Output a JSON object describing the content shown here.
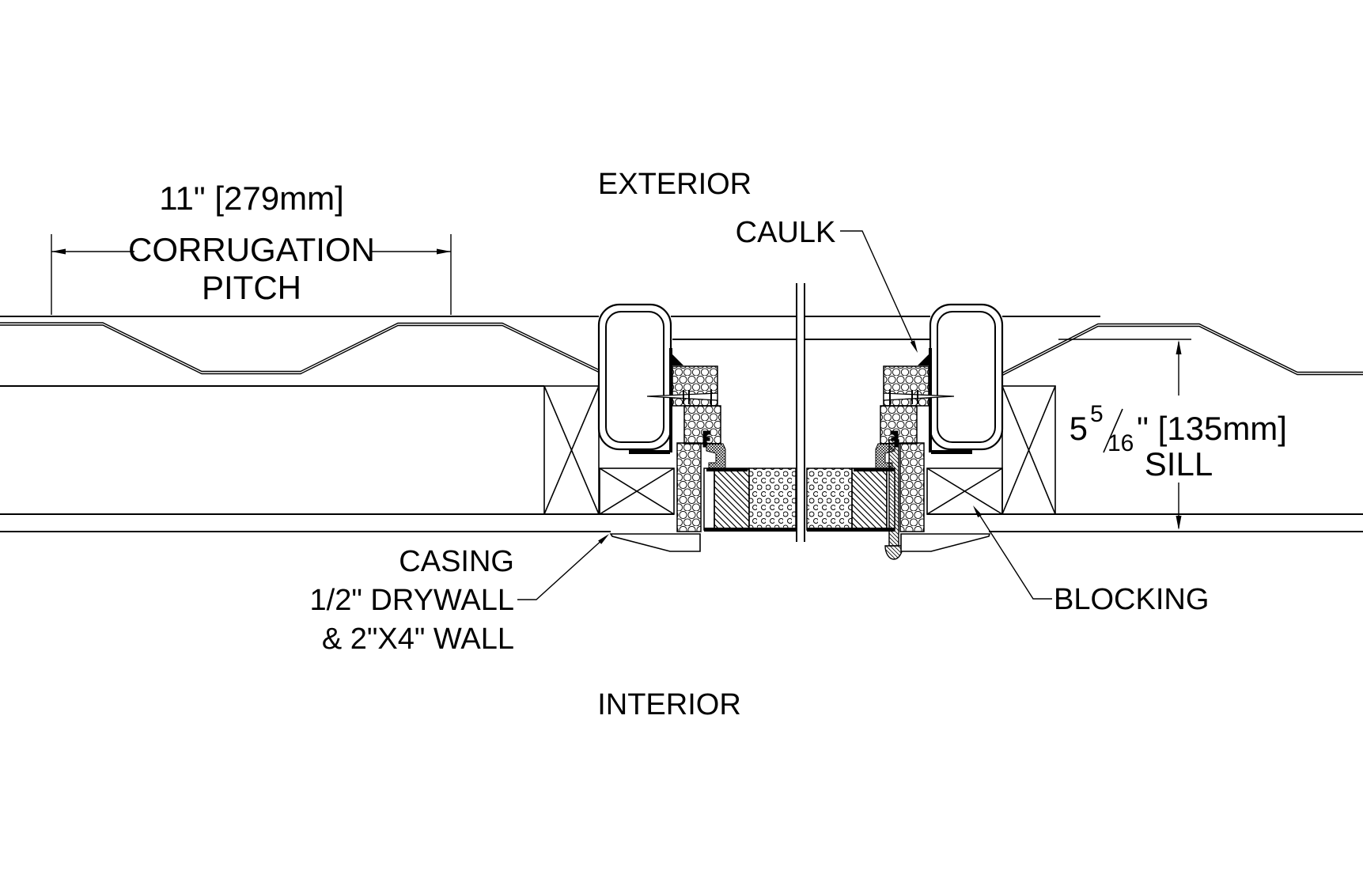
{
  "drawing": {
    "background": "#ffffff",
    "line_color": "#000000",
    "labels": {
      "exterior": "EXTERIOR",
      "caulk": "CAULK",
      "casing_line1": "CASING",
      "casing_line2": "1/2\" DRYWALL",
      "casing_line3": "& 2\"X4\" WALL",
      "blocking": "BLOCKING",
      "interior": "INTERIOR"
    },
    "dimensions": {
      "corrugation_pitch": {
        "value_line": "11\" [279mm]",
        "label_line1": "CORRUGATION",
        "label_line2": "PITCH"
      },
      "sill": {
        "whole": "5",
        "fraction_numerator": "5",
        "fraction_denominator": "16",
        "unit_suffix": "\" [135mm]",
        "label": "SILL"
      }
    }
  }
}
